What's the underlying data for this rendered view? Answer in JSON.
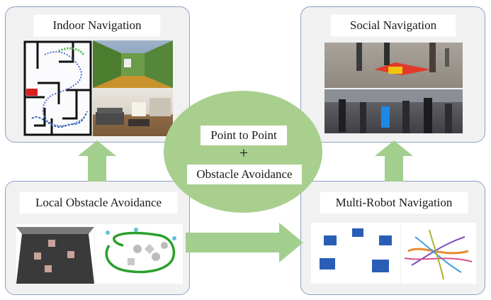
{
  "panels": {
    "indoor": {
      "title": "Indoor Navigation"
    },
    "social": {
      "title": "Social Navigation"
    },
    "local": {
      "title": "Local Obstacle Avoidance"
    },
    "multi": {
      "title": "Multi-Robot Navigation"
    }
  },
  "center": {
    "line1": "Point to Point",
    "plus": "+",
    "line2": "Obstacle Avoidance"
  },
  "colors": {
    "arrow": "#a3cf8e",
    "center_fill": "#a9cf8f",
    "panel_border": "#8ea1c6",
    "panel_bg": "#f1f1f1"
  }
}
